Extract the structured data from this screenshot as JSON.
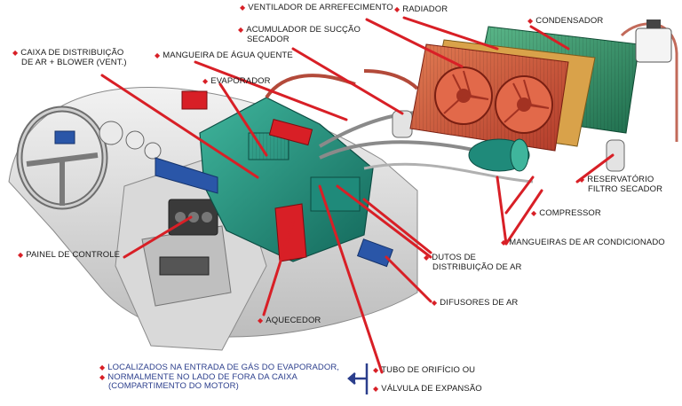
{
  "colors": {
    "leader": "#d81f26",
    "text": "#1a1a1a",
    "note": "#2b3e8c",
    "hvac_box": "#1f8a7a",
    "radiator": "#c8553a",
    "condenser": "#2f8f6a",
    "blue_parts": "#2a56a8"
  },
  "labels": {
    "ventilador": "VENTILADOR DE ARREFECIMENTO",
    "radiador": "RADIADOR",
    "condensador": "CONDENSADOR",
    "acumulador_1": "ACUMULADOR DE SUCÇÃO",
    "acumulador_2": "SECADOR",
    "caixa_1": "CAIXA DE DISTRIBUIÇÃO",
    "caixa_2": "DE AR + BLOWER (VENT.)",
    "mangueira_agua": "MANGUEIRA DE ÁGUA QUENTE",
    "evaporador": "EVAPORADOR",
    "reservatorio_1": "RESERVATÓRIO",
    "reservatorio_2": "FILTRO SECADOR",
    "compressor": "COMPRESSOR",
    "mangueiras_ac": "MANGUEIRAS DE AR CONDICIONADO",
    "painel": "PAINEL DE CONTROLE",
    "dutos_1": "DUTOS DE",
    "dutos_2": "DISTRIBUIÇÃO DE AR",
    "difusores": "DIFUSORES DE AR",
    "aquecedor": "AQUECEDOR",
    "tubo": "TUBO DE ORIFÍCIO OU",
    "valvula": "VÁLVULA DE EXPANSÃO"
  },
  "note": {
    "line1": "LOCALIZADOS NA ENTRADA DE GÁS DO EVAPORADOR,",
    "line2": "NORMALMENTE NO LADO DE FORA DA CAIXA",
    "line3": "(COMPARTIMENTO DO MOTOR)"
  }
}
